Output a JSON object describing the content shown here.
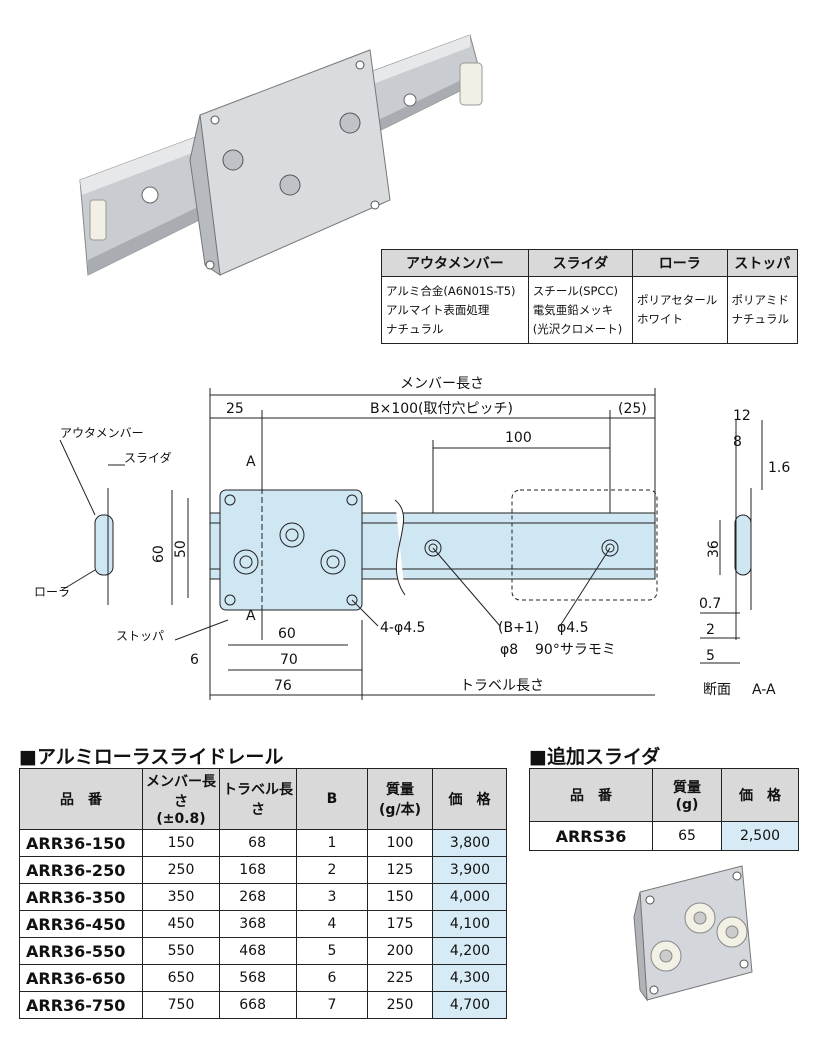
{
  "materials": {
    "headers": [
      "アウタメンバー",
      "スライダ",
      "ローラ",
      "ストッパ"
    ],
    "values": [
      "アルミ合金(A6N01S-T5)\nアルマイト表面処理\nナチュラル",
      "スチール(SPCC)\n電気亜鉛メッキ\n(光沢クロメート)",
      "ポリアセタール\nホワイト",
      "ポリアミド\nナチュラル"
    ]
  },
  "drawing": {
    "member_length": "メンバー長さ",
    "pitch": "B×100(取付穴ピッチ)",
    "d25_left": "25",
    "d25_right": "(25)",
    "d100": "100",
    "label_outer": "アウタメンバー",
    "label_slider": "スライダ",
    "label_roller": "ローラ",
    "label_stopper": "ストッパ",
    "d60_h": "60",
    "d50": "50",
    "section_mark": "A",
    "d60_w": "60",
    "d70": "70",
    "d6": "6",
    "d76": "76",
    "holes4": "4-φ4.5",
    "holesB": "(B+1)",
    "phi45": "φ4.5",
    "phi8": "φ8",
    "countersink": "90°サラモミ",
    "travel": "トラベル長さ",
    "s12": "12",
    "s8": "8",
    "s16": "1.6",
    "s36": "36",
    "s07": "0.7",
    "s2": "2",
    "s5": "5",
    "section_label": "断面",
    "section_aa": "A-A"
  },
  "spec": {
    "title": "■アルミローラスライドレール",
    "headers": [
      "品　番",
      "メンバー長さ\n(±0.8)",
      "トラベル長さ",
      "B",
      "質量\n(g/本)",
      "価　格"
    ],
    "rows": [
      {
        "pn": "ARR36-150",
        "len": "150",
        "travel": "68",
        "b": "1",
        "mass": "100",
        "price": "3,800"
      },
      {
        "pn": "ARR36-250",
        "len": "250",
        "travel": "168",
        "b": "2",
        "mass": "125",
        "price": "3,900"
      },
      {
        "pn": "ARR36-350",
        "len": "350",
        "travel": "268",
        "b": "3",
        "mass": "150",
        "price": "4,000"
      },
      {
        "pn": "ARR36-450",
        "len": "450",
        "travel": "368",
        "b": "4",
        "mass": "175",
        "price": "4,100"
      },
      {
        "pn": "ARR36-550",
        "len": "550",
        "travel": "468",
        "b": "5",
        "mass": "200",
        "price": "4,200"
      },
      {
        "pn": "ARR36-650",
        "len": "650",
        "travel": "568",
        "b": "6",
        "mass": "225",
        "price": "4,300"
      },
      {
        "pn": "ARR36-750",
        "len": "750",
        "travel": "668",
        "b": "7",
        "mass": "250",
        "price": "4,700"
      }
    ]
  },
  "additional": {
    "title": "■追加スライダ",
    "headers": [
      "品　番",
      "質量\n(g)",
      "価　格"
    ],
    "row": {
      "pn": "ARRS36",
      "mass": "65",
      "price": "2,500"
    }
  }
}
